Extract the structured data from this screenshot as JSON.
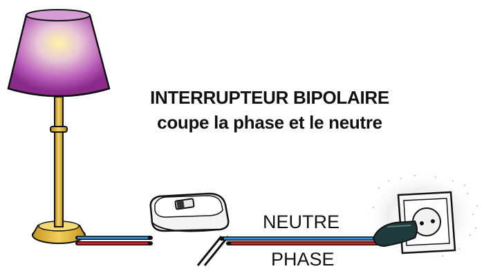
{
  "diagram": {
    "title_line1": "INTERRUPTEUR BIPOLAIRE",
    "title_line2": "coupe la phase et le neutre",
    "wire_labels": {
      "neutral": "NEUTRE",
      "phase": "PHASE"
    }
  },
  "colors": {
    "neutral_wire": "#3a8fd6",
    "phase_wire": "#e02020",
    "lampshade": "#a0329a",
    "lamp_brass": "#e2b93b",
    "plug": "#1f3a3c"
  },
  "icons": [
    "lamp-icon",
    "switch-icon",
    "wall-socket-icon",
    "plug-icon"
  ]
}
